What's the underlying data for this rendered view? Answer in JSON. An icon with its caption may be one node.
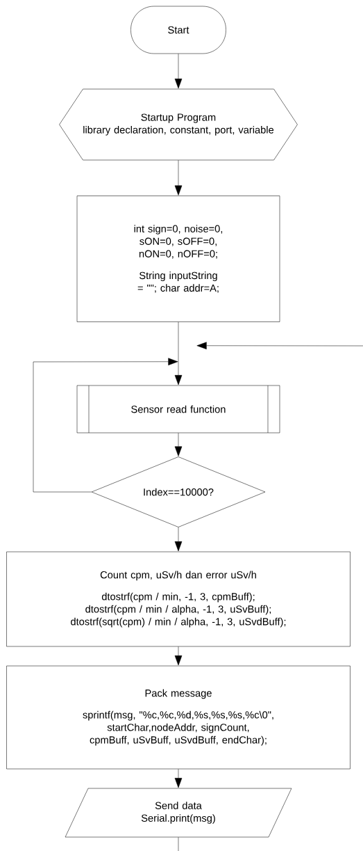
{
  "diagram": {
    "nodes": [
      {
        "text": [
          "Start"
        ]
      },
      {
        "text": [
          "Startup Program",
          "library declaration, constant, port, variable"
        ]
      },
      {
        "text": [
          "int sign=0, noise=0, sON=0, sOFF=0, nON=0, nOFF=0;",
          "String inputString = \"\"; char addr=A;"
        ]
      },
      {
        "text": [
          "Sensor read function"
        ]
      },
      {
        "text": [
          "Index==10000?"
        ]
      },
      {
        "text": [
          "Count  cpm, uSv/h dan error uSv/h",
          "dtostrf(cpm / min, -1, 3, cpmBuff);",
          "dtostrf(cpm / min / alpha, -1, 3, uSvBuff);",
          "dtostrf(sqrt(cpm) / min / alpha, -1, 3, uSvdBuff);"
        ]
      },
      {
        "text": [
          "Pack message",
          "sprintf(msg, \"%c,%c,%d,%s,%s,%s,%c\\0\", startChar,nodeAddr, signCount, cpmBuff, uSvBuff, uSvdBuff, endChar);"
        ]
      },
      {
        "text": [
          "Send data",
          "Serial.print(msg)"
        ]
      }
    ],
    "edges": [
      {
        "from": 0,
        "to": 1,
        "arrow": "to"
      },
      {
        "from": 1,
        "to": 2,
        "arrow": "to"
      },
      {
        "from": 2,
        "to": 3,
        "arrow": "to"
      },
      {
        "from": 3,
        "to": 4,
        "arrow": "to"
      },
      {
        "from": 4,
        "to": 3,
        "arrow": "to"
      },
      {
        "from": null,
        "to": 3,
        "arrow": "to"
      },
      {
        "from": 4,
        "to": 5,
        "arrow": "to"
      },
      {
        "from": 5,
        "to": 6,
        "arrow": "to"
      },
      {
        "from": 6,
        "to": 7,
        "arrow": "to"
      },
      {
        "from": 7,
        "to": null,
        "arrow": "none"
      }
    ]
  }
}
